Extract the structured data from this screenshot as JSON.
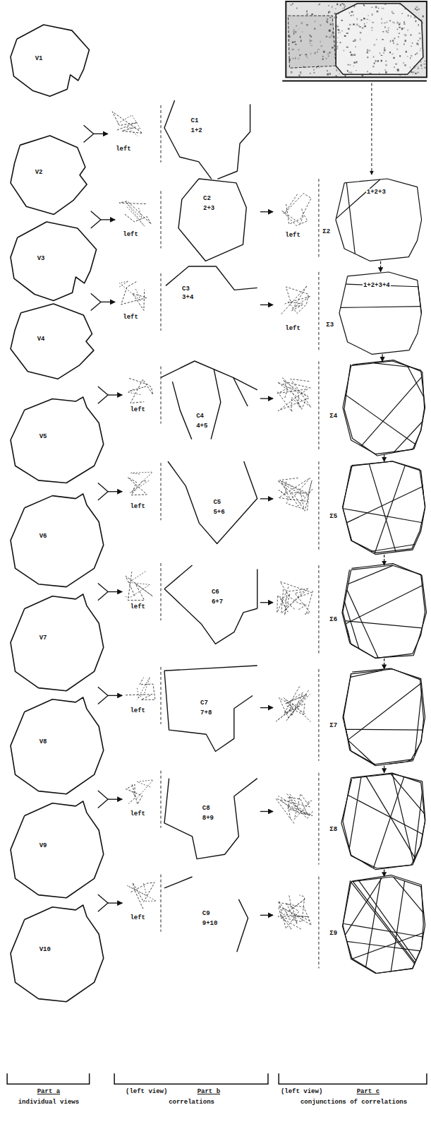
{
  "diagram": {
    "nodes": [
      {
        "text": [
          "V1"
        ]
      },
      {
        "text": [
          "V2"
        ]
      },
      {
        "text": [
          "V3"
        ]
      },
      {
        "text": [
          "V4"
        ]
      },
      {
        "text": [
          "V5"
        ]
      },
      {
        "text": [
          "V6"
        ]
      },
      {
        "text": [
          "V7"
        ]
      },
      {
        "text": [
          "V8"
        ]
      },
      {
        "text": [
          "V9"
        ]
      },
      {
        "text": [
          "V10"
        ]
      },
      {
        "text": [
          "C1",
          "1+2"
        ]
      },
      {
        "text": [
          "C2",
          "2+3"
        ]
      },
      {
        "text": [
          "C3",
          "3+4"
        ]
      },
      {
        "text": [
          "C4",
          "4+5"
        ]
      },
      {
        "text": [
          "C5",
          "5+6"
        ]
      },
      {
        "text": [
          "C6",
          "6+7"
        ]
      },
      {
        "text": [
          "C7",
          "7+8"
        ]
      },
      {
        "text": [
          "C8",
          "8+9"
        ]
      },
      {
        "text": [
          "C9",
          "9+10"
        ]
      },
      {
        "text": [
          "Σ2",
          "1+2+3"
        ]
      },
      {
        "text": [
          "Σ3",
          "1+2+3+4"
        ]
      },
      {
        "text": [
          "Σ4"
        ]
      },
      {
        "text": [
          "Σ5"
        ]
      },
      {
        "text": [
          "Σ6"
        ]
      },
      {
        "text": [
          "Σ7"
        ]
      },
      {
        "text": [
          "Σ8"
        ]
      },
      {
        "text": [
          "Σ9"
        ]
      }
    ],
    "edges": [
      {
        "from": 19,
        "to": 20,
        "arrow": "to"
      },
      {
        "from": 20,
        "to": 21,
        "arrow": "to"
      },
      {
        "from": 21,
        "to": 22,
        "arrow": "to"
      },
      {
        "from": 22,
        "to": 23,
        "arrow": "to"
      },
      {
        "from": 23,
        "to": 24,
        "arrow": "to"
      },
      {
        "from": 24,
        "to": 25,
        "arrow": "to"
      },
      {
        "from": 25,
        "to": 26,
        "arrow": "to"
      }
    ],
    "labels": [
      "left",
      "left",
      "left",
      "left",
      "left",
      "left",
      "left",
      "left",
      "left",
      "left",
      "left",
      "Part a",
      "individual views",
      "(left view)",
      "Part b",
      "correlations",
      "(left view)",
      "Part c",
      "conjunctions of correlations"
    ]
  }
}
